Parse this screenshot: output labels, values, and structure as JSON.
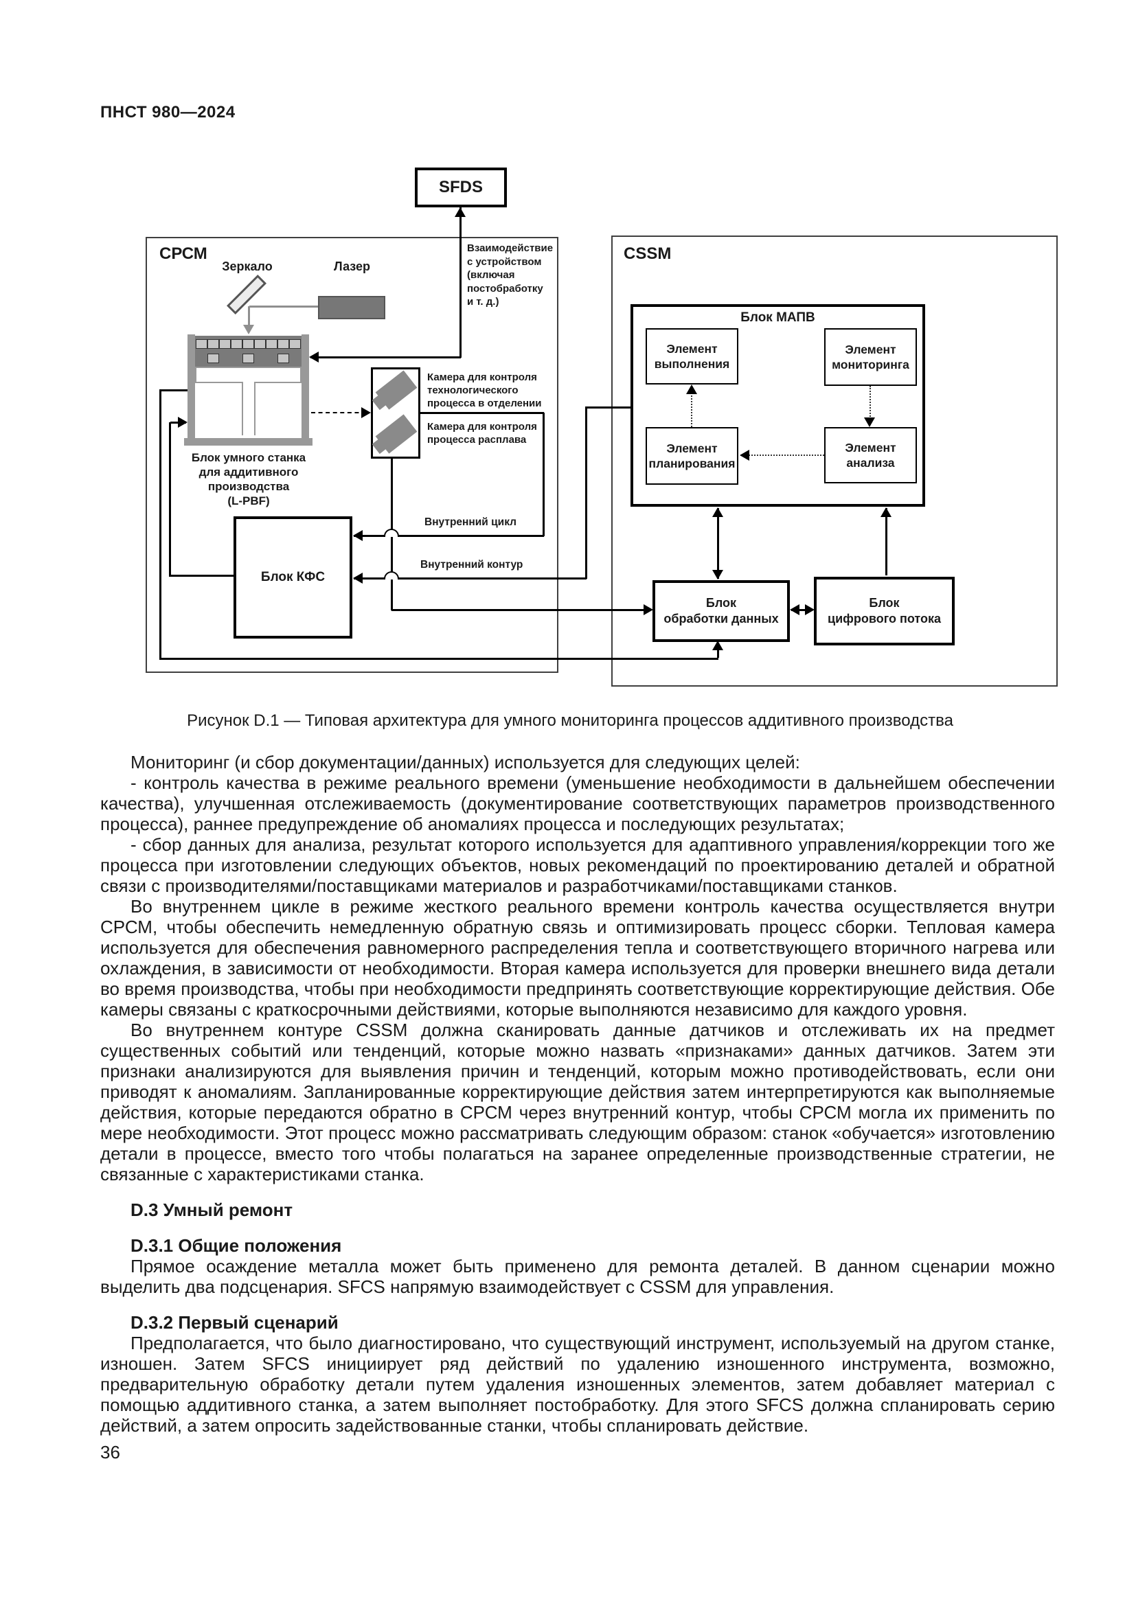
{
  "header": {
    "doc_number": "ПНСТ 980—2024"
  },
  "figure": {
    "caption": "Рисунок D.1 — Типовая архитектура для умного мониторинга процессов аддитивного производства",
    "diagram": {
      "sfds": "SFDS",
      "srsm": "СРСМ",
      "cssm": "CSSM",
      "mirror": "Зеркало",
      "laser": "Лазер",
      "device_interaction": [
        "Взаимодействие",
        "с устройством",
        "(включая",
        "постобработку",
        "и т. д.)"
      ],
      "machine_label": [
        "Блок умного станка",
        "для аддитивного",
        "производства",
        "(L-PBF)"
      ],
      "camera_process": [
        "Камера для контроля",
        "технологического",
        "процесса в отделении"
      ],
      "camera_melt": [
        "Камера для контроля",
        "процесса расплава"
      ],
      "inner_cycle": "Внутренний цикл",
      "inner_contour": "Внутренний контур",
      "kfs": "Блок КФС",
      "mapv": "Блок МАПВ",
      "element_execution": [
        "Элемент",
        "выполнения"
      ],
      "element_monitoring": [
        "Элемент",
        "мониторинга"
      ],
      "element_planning": [
        "Элемент",
        "планирования"
      ],
      "element_analysis": [
        "Элемент",
        "анализа"
      ],
      "data_processing": [
        "Блок",
        "обработки данных"
      ],
      "digital_flow": [
        "Блок",
        "цифрового потока"
      ]
    }
  },
  "body": {
    "p1": "Мониторинг (и сбор документации/данных) используется для следующих целей:",
    "p2": "- контроль качества в режиме реального времени (уменьшение необходимости в дальнейшем обеспечении качества), улучшенная отслеживаемость (документирование соответствующих параметров производственного процесса), раннее предупреждение об аномалиях процесса и последующих результатах;",
    "p3": "- сбор данных для анализа, результат которого используется для адаптивного управления/коррекции того же процесса при изготовлении следующих объектов, новых рекомендаций по проектированию деталей и обратной связи с производителями/поставщиками материалов и разработчиками/поставщиками станков.",
    "p4": "Во внутреннем цикле в режиме жесткого реального времени контроль качества осуществляется внутри СРСМ, чтобы обеспечить немедленную обратную связь и оптимизировать процесс сборки. Тепловая камера используется для обеспечения равномерного распределения тепла и соответствующего вторичного нагрева или охлаждения, в зависимости от необходимости. Вторая камера используется для проверки внешнего вида детали во время производства, чтобы при необходимости предпринять соответствующие корректирующие действия. Обе камеры связаны с краткосрочными действиями, которые выполняются независимо для каждого уровня.",
    "p5": "Во внутреннем контуре CSSM должна сканировать данные датчиков и отслеживать их на предмет существенных событий или тенденций, которые можно назвать «признаками» данных датчиков. Затем эти признаки анализируются для выявления причин и тенденций, которым можно противодействовать, если они приводят к аномалиям. Запланированные корректирующие действия затем интерпретируются как выполняемые действия, которые передаются обратно в СРСМ через внутренний контур, чтобы СРСМ могла их применить по мере необходимости. Этот процесс можно рассматривать следующим образом: станок «обучается» изготовлению детали в процессе, вместо того чтобы полагаться на заранее определенные производственные стратегии, не связанные с характеристиками станка.",
    "h_d3": "D.3 Умный ремонт",
    "h_d31": "D.3.1 Общие положения",
    "p6": "Прямое осаждение металла может быть применено для ремонта деталей. В данном сценарии можно выделить два подсценария. SFCS напрямую взаимодействует с CSSM для управления.",
    "h_d32": "D.3.2 Первый сценарий",
    "p7": "Предполагается, что было диагностировано, что существующий инструмент, используемый на другом станке, изношен. Затем SFCS инициирует ряд действий по удалению изношенного инструмента, возможно, предварительную обработку детали путем удаления изношенных элементов, затем добавляет материал с помощью аддитивного станка, а затем выполняет постобработку. Для этого SFCS должна спланировать серию действий, а затем опросить задействованные станки, чтобы спланировать действие."
  },
  "footer": {
    "page_number": "36"
  }
}
